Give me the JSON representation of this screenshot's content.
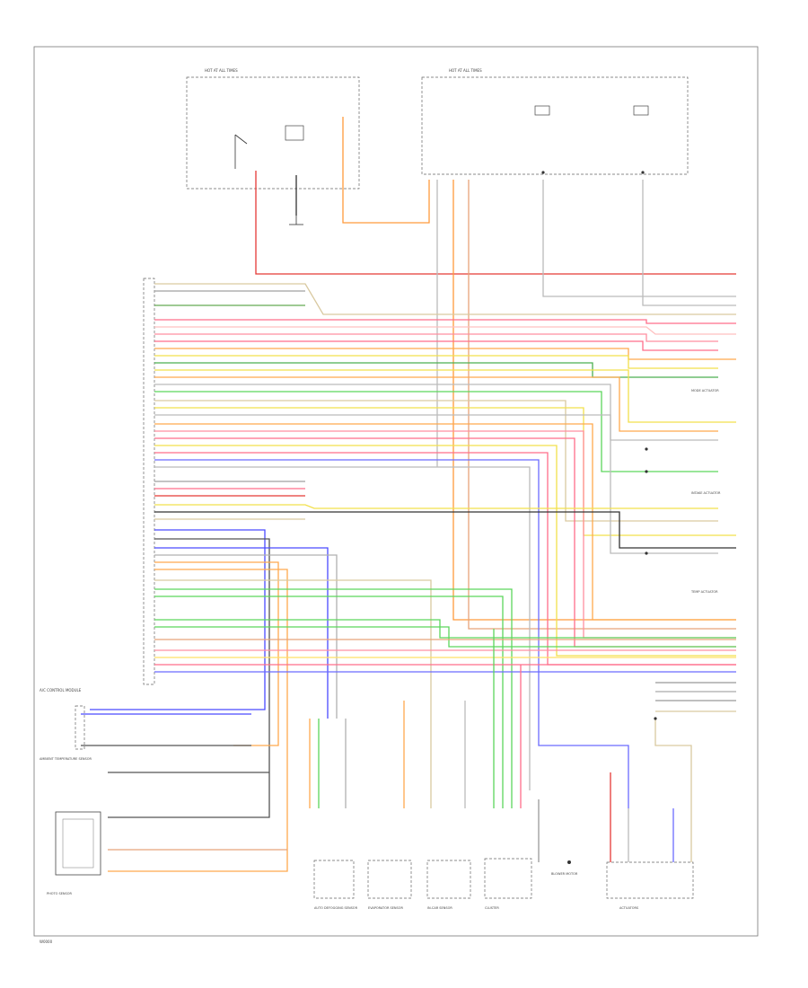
{
  "diagram": {
    "footer_code": "W0000",
    "components": {
      "fuse_relay_box_left": {
        "label": "HOT AT ALL TIMES"
      },
      "fuse_relay_box_right": {
        "label": "HOT AT ALL TIMES"
      },
      "ac_control_module": {
        "label": "A/C CONTROL MODULE"
      },
      "ambient_sensor": {
        "label": "AMBIENT TEMPERATURE SENSOR"
      },
      "photo_sensor": {
        "label": "PHOTO SENSOR"
      },
      "auto_defog": {
        "label": "AUTO DEFOGGING SENSOR"
      },
      "evap_sensor": {
        "label": "EVAPORATOR SENSOR"
      },
      "in_car_sensor": {
        "label": "IN-CAR SENSOR"
      },
      "cluster": {
        "label": "CLUSTER"
      },
      "blower_motor": {
        "label": "BLOWER MOTOR"
      },
      "actuators": {
        "label": "ACTUATORS"
      },
      "mode_actuator": {
        "label": "MODE ACTUATOR"
      },
      "intake_actuator": {
        "label": "INTAKE ACTUATOR"
      },
      "temp_actuator": {
        "label": "TEMP ACTUATOR"
      }
    }
  }
}
